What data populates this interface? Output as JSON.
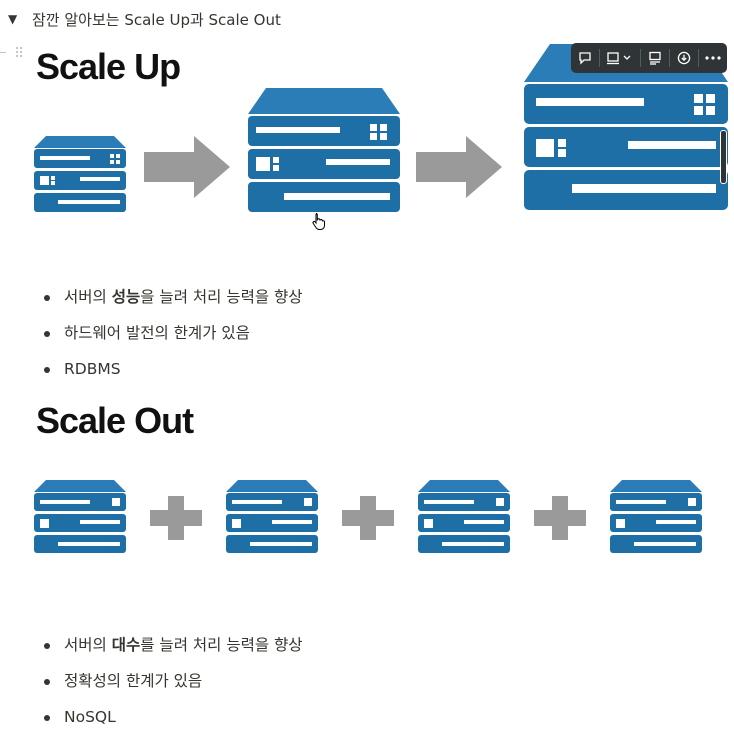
{
  "toggle": {
    "arrow": "▼",
    "title": "잠깐 알아보는 Scale Up과 Scale Out"
  },
  "image": {
    "scale_up_heading": "Scale Up",
    "scale_out_heading": "Scale Out"
  },
  "toolbar": {
    "icons": [
      "comment-icon",
      "caption-icon",
      "align-icon",
      "download-icon",
      "more-icon"
    ]
  },
  "scale_up_bullets": [
    {
      "pre": "서버의 ",
      "bold": "성능",
      "post": "을 늘려 처리 능력을 향상"
    },
    {
      "pre": "하드웨어 발전의 한계가 있음",
      "bold": "",
      "post": ""
    },
    {
      "pre": "RDBMS",
      "bold": "",
      "post": ""
    }
  ],
  "scale_out_bullets": [
    {
      "pre": "서버의 ",
      "bold": "대수",
      "post": "를 늘려 처리 능력을 향상"
    },
    {
      "pre": "정확성의 한계가 있음",
      "bold": "",
      "post": ""
    },
    {
      "pre": "NoSQL",
      "bold": "",
      "post": ""
    }
  ],
  "colors": {
    "server_blue": "#1d6fa5",
    "server_top": "#2a7db6",
    "arrow_gray": "#9a9a9a",
    "toolbar_bg": "#2f3437"
  }
}
